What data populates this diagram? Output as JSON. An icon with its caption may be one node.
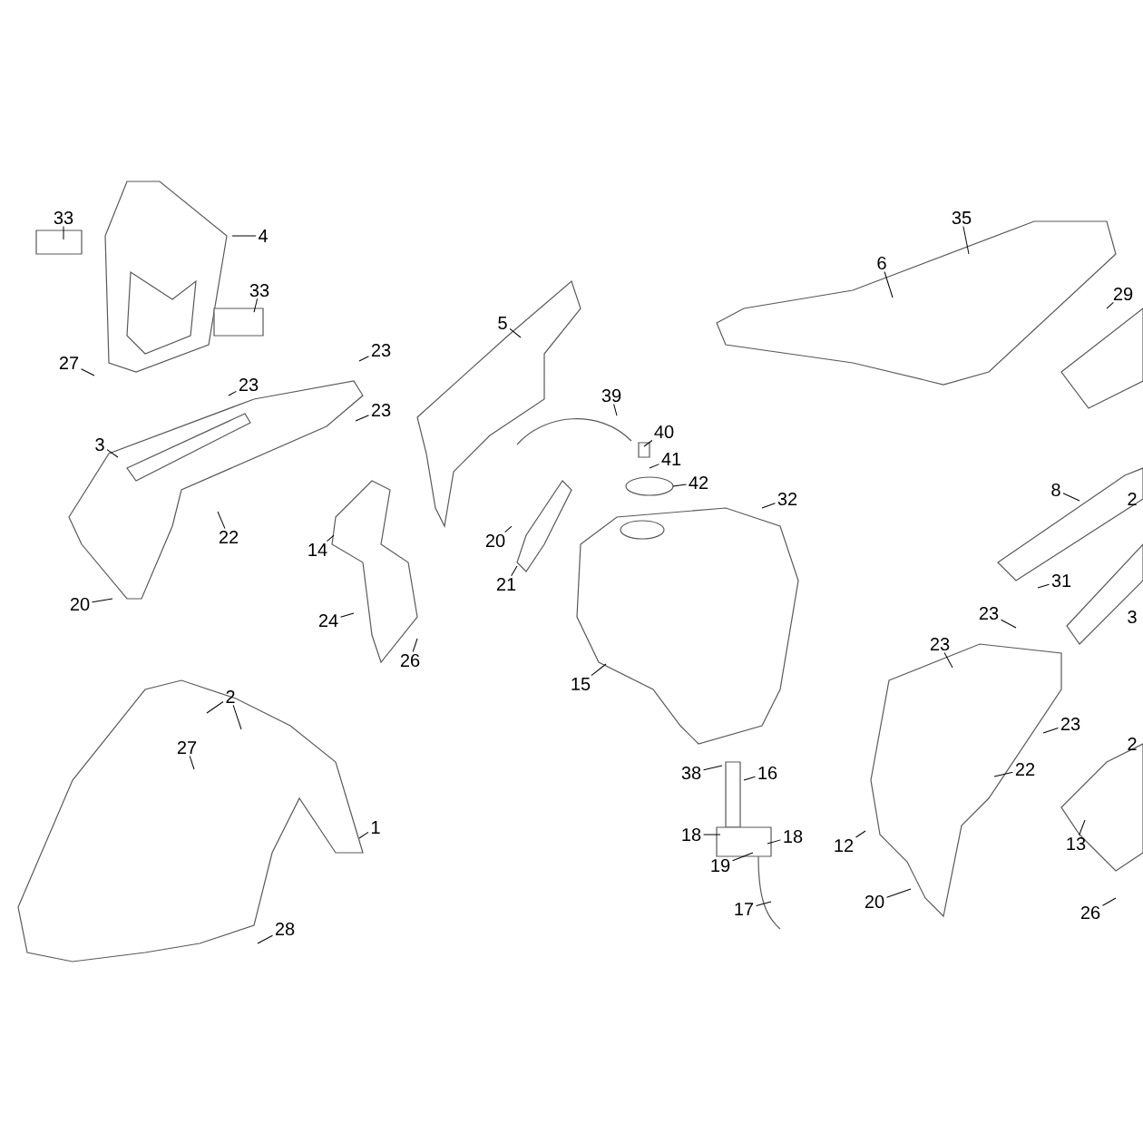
{
  "diagram": {
    "nodes": [
      {
        "text": [
          "33"
        ]
      },
      {
        "text": [
          "4"
        ]
      },
      {
        "text": [
          "33"
        ]
      },
      {
        "text": [
          "27"
        ]
      },
      {
        "text": [
          "23"
        ]
      },
      {
        "text": [
          "23"
        ]
      },
      {
        "text": [
          "23"
        ]
      },
      {
        "text": [
          "3"
        ]
      },
      {
        "text": [
          "22"
        ]
      },
      {
        "text": [
          "20"
        ]
      },
      {
        "text": [
          "5"
        ]
      },
      {
        "text": [
          "14"
        ]
      },
      {
        "text": [
          "24"
        ]
      },
      {
        "text": [
          "26"
        ]
      },
      {
        "text": [
          "20"
        ]
      },
      {
        "text": [
          "21"
        ]
      },
      {
        "text": [
          "39"
        ]
      },
      {
        "text": [
          "40"
        ]
      },
      {
        "text": [
          "41"
        ]
      },
      {
        "text": [
          "42"
        ]
      },
      {
        "text": [
          "32"
        ]
      },
      {
        "text": [
          "6"
        ]
      },
      {
        "text": [
          "35"
        ]
      },
      {
        "text": [
          "29"
        ]
      },
      {
        "text": [
          "8"
        ]
      },
      {
        "text": [
          "31"
        ]
      },
      {
        "text": [
          "23"
        ]
      },
      {
        "text": [
          "23"
        ]
      },
      {
        "text": [
          "23"
        ]
      },
      {
        "text": [
          "22"
        ]
      },
      {
        "text": [
          "15"
        ]
      },
      {
        "text": [
          "38"
        ]
      },
      {
        "text": [
          "16"
        ]
      },
      {
        "text": [
          "18"
        ]
      },
      {
        "text": [
          "18"
        ]
      },
      {
        "text": [
          "19"
        ]
      },
      {
        "text": [
          "17"
        ]
      },
      {
        "text": [
          "12"
        ]
      },
      {
        "text": [
          "20"
        ]
      },
      {
        "text": [
          "13"
        ]
      },
      {
        "text": [
          "26"
        ]
      },
      {
        "text": [
          "2"
        ]
      },
      {
        "text": [
          "27"
        ]
      },
      {
        "text": [
          "1"
        ]
      },
      {
        "text": [
          "28"
        ]
      }
    ],
    "edges": [
      {
        "from": 0,
        "to": null,
        "arrow": "none"
      },
      {
        "from": 1,
        "to": null,
        "arrow": "none"
      },
      {
        "from": 2,
        "to": null,
        "arrow": "none"
      },
      {
        "from": 3,
        "to": null,
        "arrow": "none"
      },
      {
        "from": 4,
        "to": null,
        "arrow": "none"
      },
      {
        "from": 5,
        "to": null,
        "arrow": "none"
      },
      {
        "from": 6,
        "to": null,
        "arrow": "none"
      },
      {
        "from": 7,
        "to": null,
        "arrow": "none"
      },
      {
        "from": 8,
        "to": null,
        "arrow": "none"
      },
      {
        "from": 9,
        "to": null,
        "arrow": "none"
      },
      {
        "from": 10,
        "to": null,
        "arrow": "none"
      },
      {
        "from": 11,
        "to": null,
        "arrow": "none"
      },
      {
        "from": 12,
        "to": null,
        "arrow": "none"
      },
      {
        "from": 13,
        "to": null,
        "arrow": "none"
      },
      {
        "from": 14,
        "to": null,
        "arrow": "none"
      },
      {
        "from": 15,
        "to": null,
        "arrow": "none"
      },
      {
        "from": 16,
        "to": null,
        "arrow": "none"
      },
      {
        "from": 17,
        "to": null,
        "arrow": "none"
      },
      {
        "from": 18,
        "to": null,
        "arrow": "none"
      },
      {
        "from": 19,
        "to": null,
        "arrow": "none"
      },
      {
        "from": 20,
        "to": null,
        "arrow": "none"
      },
      {
        "from": 21,
        "to": null,
        "arrow": "none"
      },
      {
        "from": 22,
        "to": null,
        "arrow": "none"
      },
      {
        "from": 23,
        "to": null,
        "arrow": "none"
      },
      {
        "from": 24,
        "to": null,
        "arrow": "none"
      },
      {
        "from": 25,
        "to": null,
        "arrow": "none"
      },
      {
        "from": 26,
        "to": null,
        "arrow": "none"
      },
      {
        "from": 27,
        "to": null,
        "arrow": "none"
      },
      {
        "from": 28,
        "to": null,
        "arrow": "none"
      },
      {
        "from": 29,
        "to": null,
        "arrow": "none"
      },
      {
        "from": 30,
        "to": null,
        "arrow": "none"
      },
      {
        "from": 31,
        "to": null,
        "arrow": "none"
      },
      {
        "from": 32,
        "to": null,
        "arrow": "none"
      },
      {
        "from": 33,
        "to": null,
        "arrow": "none"
      },
      {
        "from": 34,
        "to": null,
        "arrow": "none"
      },
      {
        "from": 35,
        "to": null,
        "arrow": "none"
      },
      {
        "from": 36,
        "to": null,
        "arrow": "none"
      },
      {
        "from": 37,
        "to": null,
        "arrow": "none"
      },
      {
        "from": 38,
        "to": null,
        "arrow": "none"
      },
      {
        "from": 39,
        "to": null,
        "arrow": "none"
      },
      {
        "from": 40,
        "to": null,
        "arrow": "none"
      },
      {
        "from": 41,
        "to": null,
        "arrow": "none"
      },
      {
        "from": 42,
        "to": null,
        "arrow": "none"
      },
      {
        "from": 43,
        "to": null,
        "arrow": "none"
      },
      {
        "from": 44,
        "to": null,
        "arrow": "none"
      },
      {
        "from": 41,
        "to": null,
        "arrow": "none"
      }
    ],
    "labels": [
      "2",
      "3",
      "2"
    ]
  }
}
